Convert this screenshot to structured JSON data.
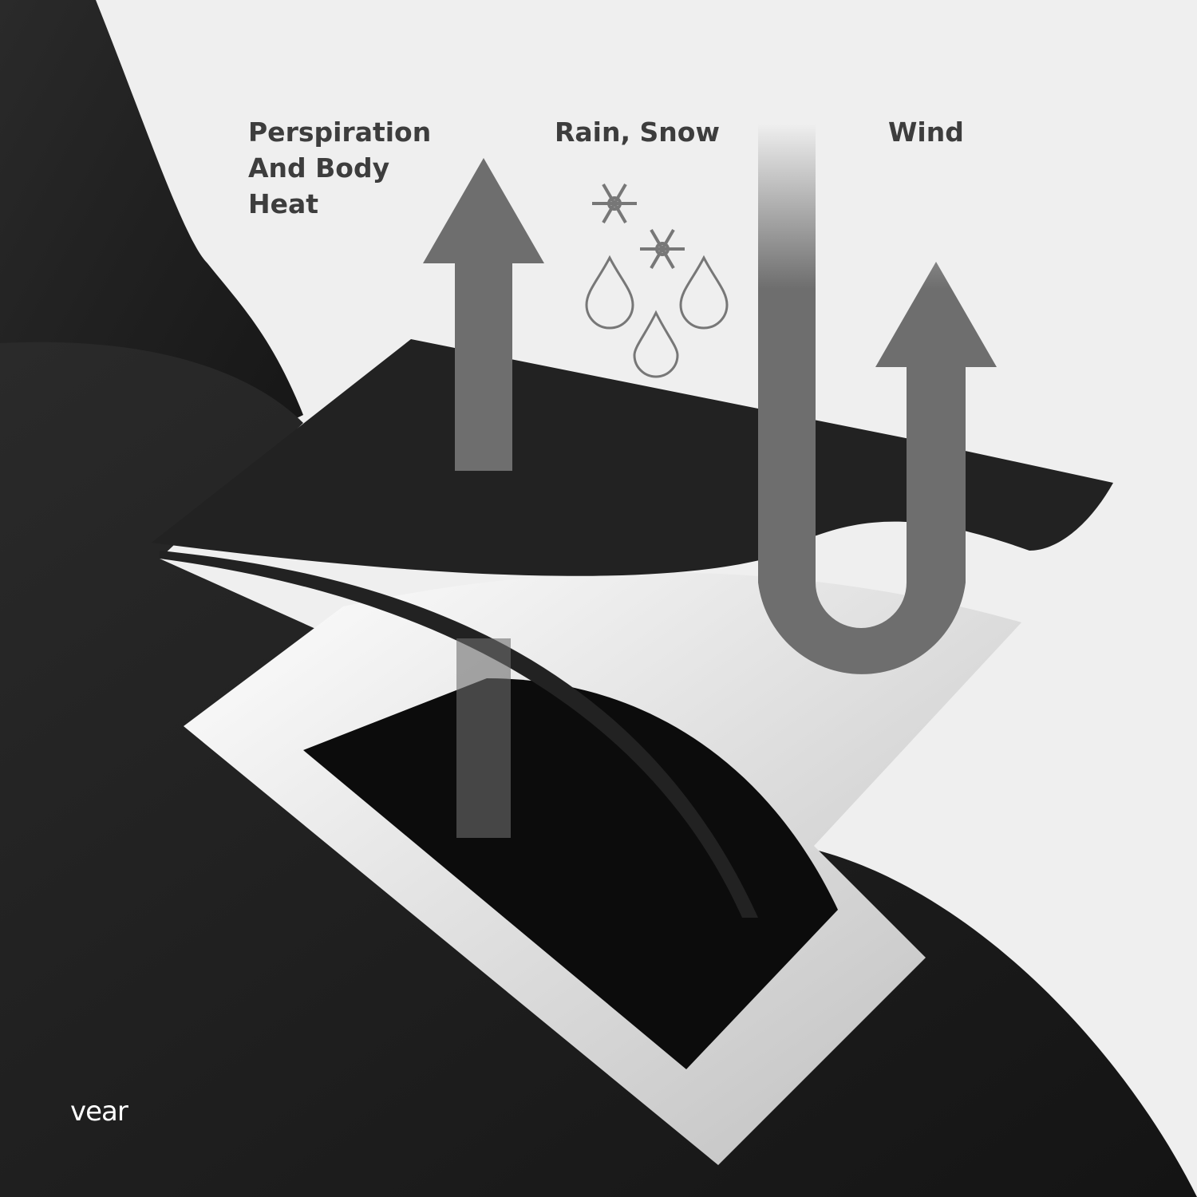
{
  "labels": {
    "perspiration": [
      "Perspiration",
      "And Body",
      "Heat"
    ],
    "rain_snow": "Rain, Snow",
    "wind": "Wind"
  },
  "logo": "vear",
  "icons": [
    "up-arrow-icon",
    "snowflake-icon",
    "raindrop-icon",
    "u-turn-arrow-icon"
  ],
  "colors": {
    "background": "#efefef",
    "fabric": "#1e1e1e",
    "arrow": "#6e6e6e",
    "text": "#3d3d3d"
  }
}
